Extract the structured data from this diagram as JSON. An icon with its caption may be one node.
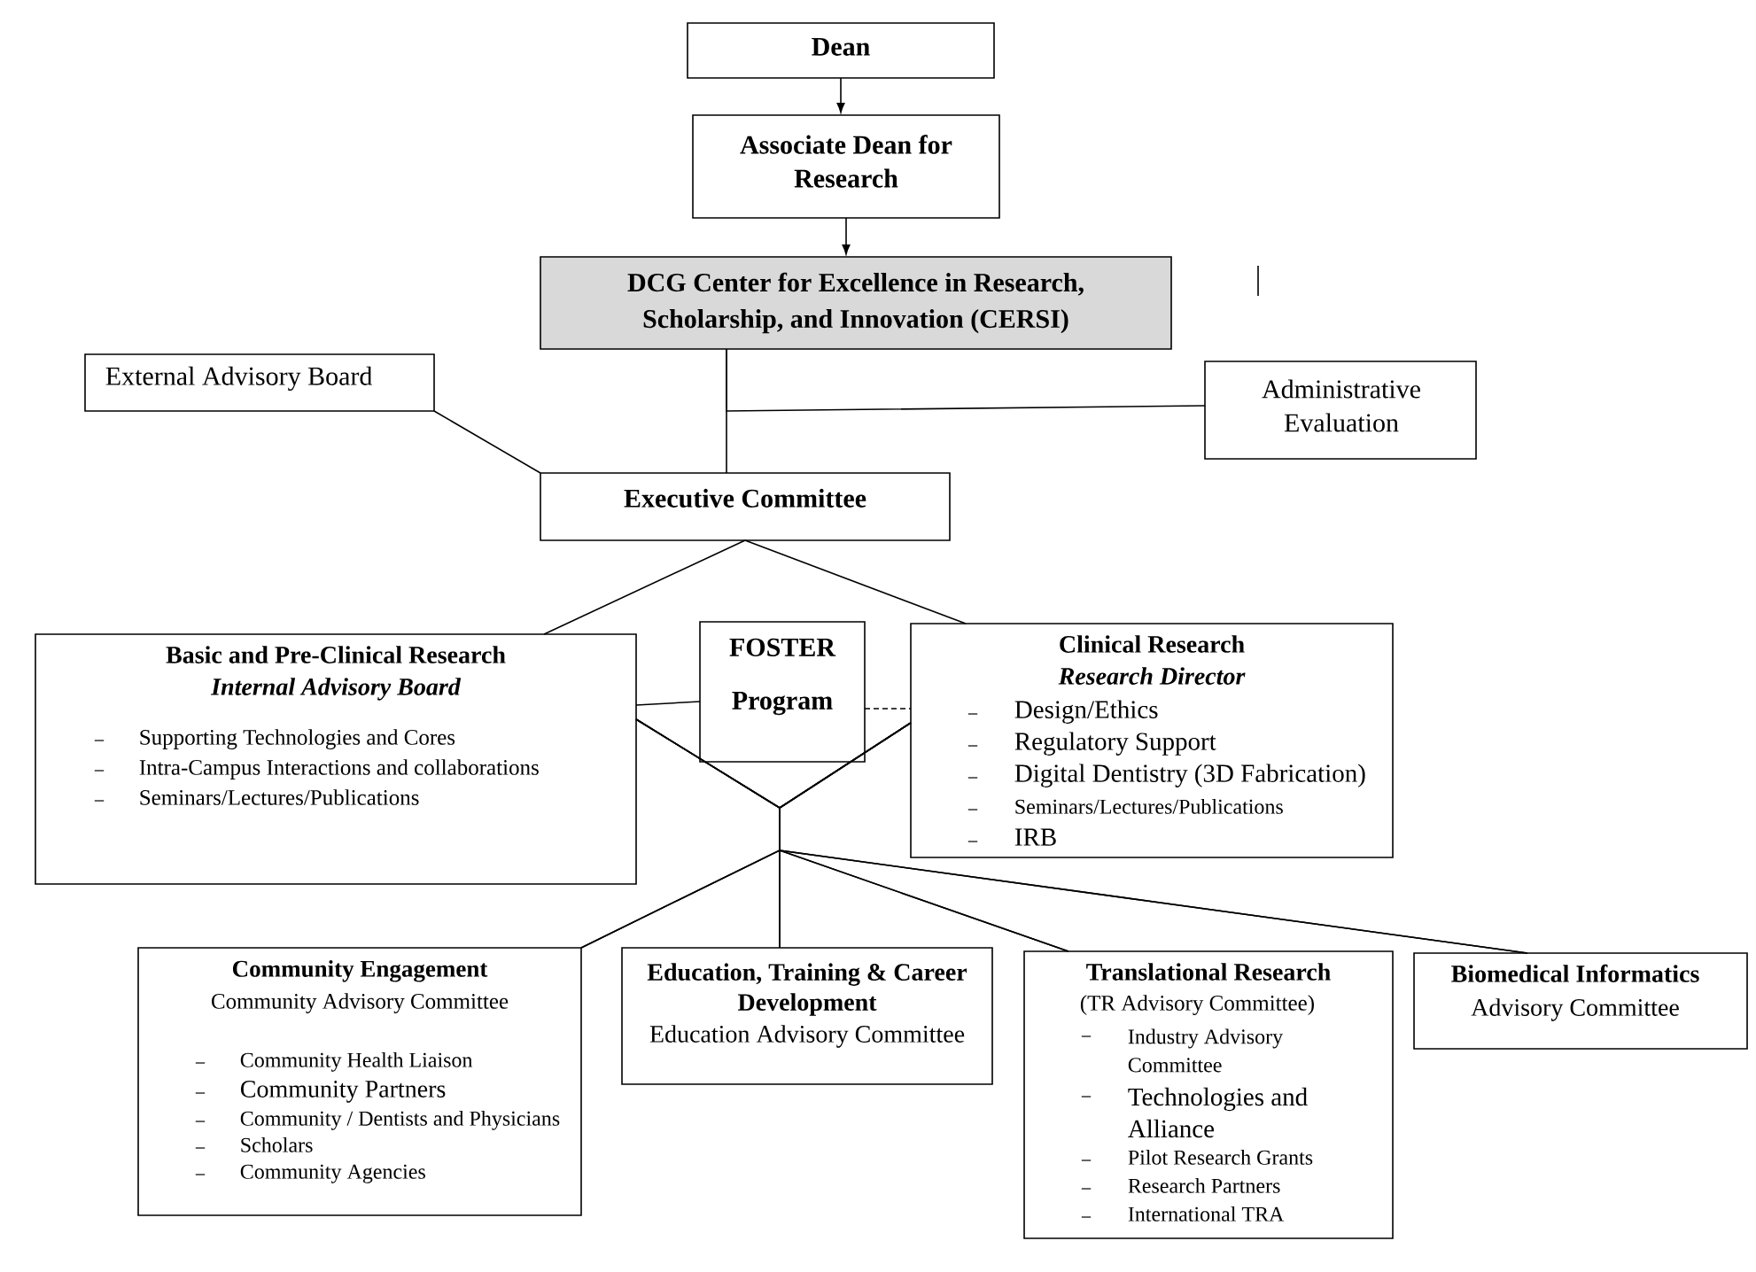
{
  "diagram": {
    "nodes": [
      {
        "text": [
          "Dean"
        ]
      },
      {
        "text": [
          "Associate Dean for Research"
        ]
      },
      {
        "text": [
          "DCG Center for Excellence in Research, Scholarship, and Innovation (CERSI)"
        ]
      },
      {
        "text": [
          "External Advisory Board"
        ]
      },
      {
        "text": [
          "Administrative Evaluation"
        ]
      },
      {
        "text": [
          "Executive Committee"
        ]
      },
      {
        "text": [
          "Basic and Pre-Clinical Research",
          "Internal Advisory Board",
          "Supporting Technologies and Cores",
          "Intra-Campus Interactions and collaborations",
          "Seminars/Lectures/Publications"
        ]
      },
      {
        "text": [
          "FOSTER Program"
        ]
      },
      {
        "text": [
          "Clinical Research",
          "Research Director",
          "Design/Ethics",
          "Regulatory Support",
          "Digital Dentistry (3D Fabrication)",
          "Seminars/Lectures/Publications",
          "IRB"
        ]
      },
      {
        "text": [
          "Community Engagement",
          "Community Advisory Committee",
          "Community Health Liaison",
          "Community Partners",
          "Community / Dentists and Physicians",
          "Scholars",
          "Community Agencies"
        ]
      },
      {
        "text": [
          "Education, Training & Career Development",
          "Education Advisory Committee"
        ]
      },
      {
        "text": [
          "Translational Research",
          "(TR Advisory Committee)",
          "Industry Advisory Committee",
          "Technologies and Alliance",
          "Pilot Research Grants",
          "Research Partners",
          "International TRA"
        ]
      },
      {
        "text": [
          "Biomedical Informatics",
          "Advisory Committee"
        ]
      }
    ],
    "edges": [
      {
        "from": 0,
        "to": 1,
        "arrow": "to"
      },
      {
        "from": 1,
        "to": 2,
        "arrow": "to"
      },
      {
        "from": 2,
        "to": 5,
        "arrow": "none"
      },
      {
        "from": 4,
        "to": 2,
        "arrow": "none"
      },
      {
        "from": 3,
        "to": 5,
        "arrow": "none"
      },
      {
        "from": 5,
        "to": 6,
        "arrow": "none"
      },
      {
        "from": 5,
        "to": 8,
        "arrow": "none"
      },
      {
        "from": 6,
        "to": 7,
        "arrow": "none"
      },
      {
        "from": 7,
        "to": 8,
        "arrow": "none",
        "style": "dashed"
      },
      {
        "from": 6,
        "to": 9,
        "arrow": "none"
      },
      {
        "from": 6,
        "to": 10,
        "arrow": "none"
      },
      {
        "from": 6,
        "to": 11,
        "arrow": "none"
      },
      {
        "from": 6,
        "to": 12,
        "arrow": "none"
      },
      {
        "from": 8,
        "to": 9,
        "arrow": "none"
      },
      {
        "from": 8,
        "to": 10,
        "arrow": "none"
      },
      {
        "from": 8,
        "to": 11,
        "arrow": "none"
      },
      {
        "from": 8,
        "to": 12,
        "arrow": "none"
      }
    ]
  }
}
